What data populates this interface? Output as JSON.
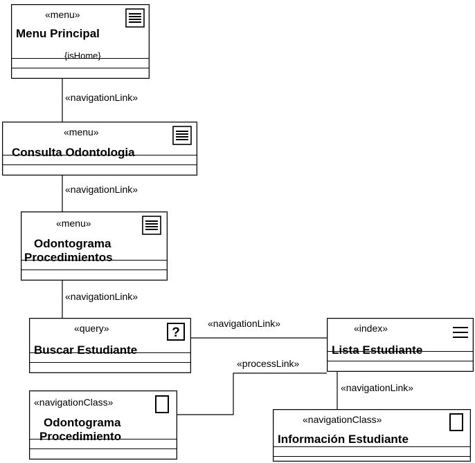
{
  "nodes": {
    "menu_principal": {
      "stereotype": "«menu»",
      "name": "Menu Principal",
      "constraint": "{isHome}",
      "icon": "menu-list-icon"
    },
    "consulta_odontologia": {
      "stereotype": "«menu»",
      "name": "Consulta Odontologia",
      "icon": "menu-list-icon"
    },
    "odontograma_procedimientos": {
      "stereotype": "«menu»",
      "name_line1": "Odontograma",
      "name_line2": "Procedimientos",
      "icon": "menu-list-icon"
    },
    "buscar_estudiante": {
      "stereotype": "«query»",
      "name": "Buscar Estudiante",
      "icon": "question-icon"
    },
    "lista_estudiante": {
      "stereotype": "«index»",
      "name": "Lista Estudiante",
      "icon": "index-lines-icon"
    },
    "odontograma_procedimiento": {
      "stereotype": "«navigationClass»",
      "name_line1": "Odontograma",
      "name_line2": "Procedimiento",
      "icon": "page-icon"
    },
    "informacion_estudiante": {
      "stereotype": "«navigationClass»",
      "name": "Información Estudiante",
      "icon": "page-icon"
    }
  },
  "links": {
    "l1": "«navigationLink»",
    "l2": "«navigationLink»",
    "l3": "«navigationLink»",
    "l4": "«navigationLink»",
    "l5": "«processLink»",
    "l6": "«navigationLink»"
  }
}
